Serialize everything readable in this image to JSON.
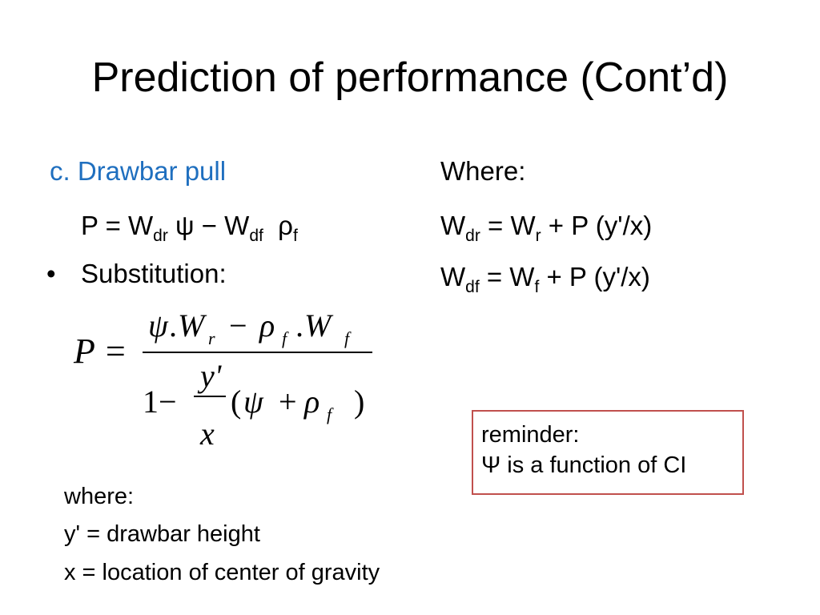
{
  "slide": {
    "title": "Prediction of performance (Cont’d)",
    "left": {
      "heading": "c. Drawbar pull",
      "eq_line": {
        "p1": "P = W",
        "s1": "dr",
        "p2": " ψ − W",
        "s2": "df",
        "p3": "  ρ",
        "s3": "f"
      },
      "bullet": "•",
      "substitution": "Substitution:"
    },
    "equation": {
      "lhs": "P =",
      "numerator": {
        "psi": "ψ",
        "dot_w": ".W",
        "r": "r",
        "minus": "−",
        "rho": "ρ",
        "f1": "f",
        "dot_w2": ".W",
        "f2": "f"
      },
      "denominator": {
        "one_minus": "1−",
        "y_prime": "y'",
        "x": "x",
        "open": "(",
        "psi": "ψ",
        "plus": "+",
        "rho": "ρ",
        "f": "f",
        "close": ")"
      }
    },
    "right": {
      "where": "Where:",
      "line1": {
        "a": "W",
        "as": "dr",
        "b": " = W",
        "bs": "r",
        "c": " + P (y'/x)"
      },
      "line2": {
        "a": "W",
        "as": "df",
        "b": " = W",
        "bs": "f",
        "c": " + P (y'/x)"
      }
    },
    "footnote": {
      "where": "where:",
      "y_line": "y' = drawbar height",
      "x_line": "x = location of center of gravity"
    },
    "reminder": {
      "line1": "reminder:",
      "line2": "Ψ is a function of CI"
    },
    "colors": {
      "heading": "#1f6fbf",
      "reminder_border": "#c0504d"
    }
  }
}
